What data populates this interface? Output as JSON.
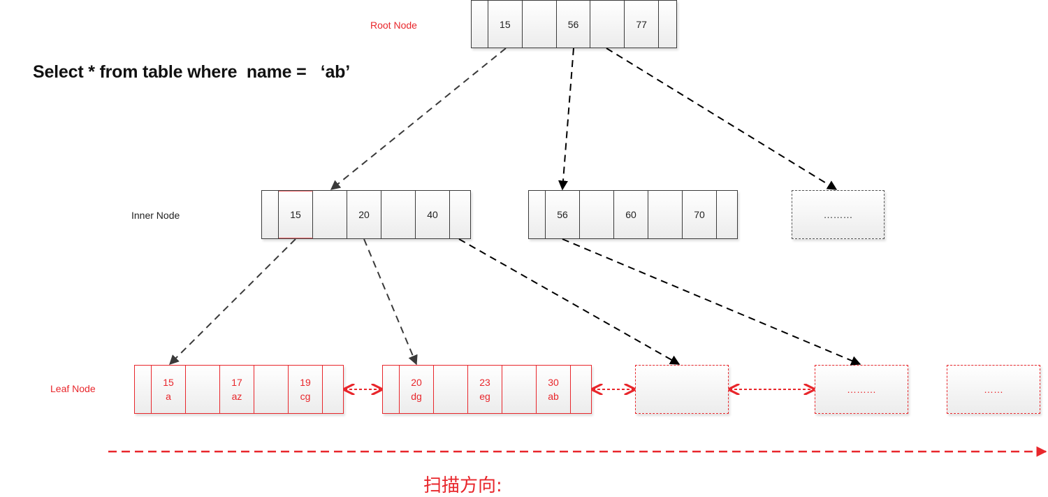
{
  "query": "Select * from table where  name =   ‘ab’",
  "labels": {
    "root": "Root  Node",
    "inner": "Inner Node",
    "leaf": "Leaf Node",
    "scan_direction": "扫描方向:"
  },
  "root_node": {
    "keys": [
      "15",
      "56",
      "77"
    ]
  },
  "inner_nodes": [
    {
      "keys": [
        "15",
        "20",
        "40"
      ],
      "highlighted_key": "15"
    },
    {
      "keys": [
        "56",
        "60",
        "70"
      ]
    },
    {
      "placeholder": "………"
    }
  ],
  "leaf_nodes": [
    {
      "entries": [
        {
          "key": "15",
          "name": "a"
        },
        {
          "key": "17",
          "name": "az"
        },
        {
          "key": "19",
          "name": "cg"
        }
      ]
    },
    {
      "entries": [
        {
          "key": "20",
          "name": "dg"
        },
        {
          "key": "23",
          "name": "eg"
        },
        {
          "key": "30",
          "name": "ab"
        }
      ]
    },
    {
      "placeholder": ""
    },
    {
      "placeholder": "………"
    },
    {
      "placeholder": "……"
    }
  ],
  "colors": {
    "accent_red": "#e8262b",
    "pointer_gray": "#3a3a3a",
    "pointer_black": "#000000"
  }
}
